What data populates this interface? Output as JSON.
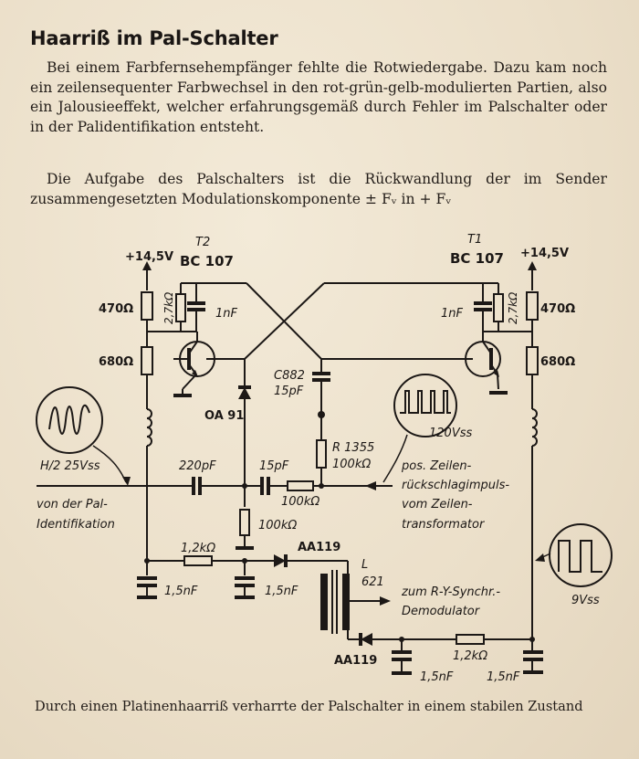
{
  "article": {
    "title": "Haarriß im Pal-Schalter",
    "paragraph_1": "Bei einem Farbfernsehempfänger fehlte die Rotwiedergabe. Dazu kam noch ein zeilensequenter Farbwechsel in den rot-grün-gelb-modulierten Partien, also ein Jalousieeffekt, welcher erfahrungsgemäß durch Fehler im Palschalter oder in der Palidentifikation entsteht.",
    "paragraph_2": "Die Aufgabe des Palschalters ist die Rückwandlung der im Sender zusammengesetzten Modulationskomponente ± Fᵥ in + Fᵥ",
    "caption": "Durch einen Platinenhaarriß verharrte der Palschalter in einem stabilen Zustand"
  },
  "schematic": {
    "supply_left": "+14,5V",
    "supply_right": "+14,5V",
    "t2_label": "T2",
    "t2_type": "BC 107",
    "t1_label": "T1",
    "t1_type": "BC 107",
    "r_470_left": "470Ω",
    "r_680_left": "680Ω",
    "r_27k_left": "2,7kΩ",
    "c_1n_left": "1nF",
    "r_470_right": "470Ω",
    "r_680_right": "680Ω",
    "r_27k_right": "2,7kΩ",
    "c_1n_right": "1nF",
    "c882": "C882",
    "c882_value": "15pF",
    "diode_oa91": "OA 91",
    "c_220p": "220pF",
    "c_15p": "15pF",
    "r_100k_h": "100kΩ",
    "r_100k_v": "100kΩ",
    "r1355": "R 1355",
    "r1355_value": "100kΩ",
    "h2_label": "H/2  25Vss",
    "from_pal_line1": "von der Pal-",
    "from_pal_line2": "Identifikation",
    "pulse_amp": "120Vss",
    "pulse_line1": "pos. Zeilen-",
    "pulse_line2": "rückschlagimpuls-",
    "pulse_line3": "vom Zeilen-",
    "pulse_line4": "transformator",
    "r_12k_left": "1,2kΩ",
    "c_15n_1": "1,5nF",
    "c_15n_2": "1,5nF",
    "d_aa119_top": "AA119",
    "l_label": "L",
    "l_value": "621",
    "out_line1": "zum R-Y-Synchr.-",
    "out_line2": "Demodulator",
    "d_aa119_bottom": "AA119",
    "r_12k_bottom": "1,2kΩ",
    "c_15n_3": "1,5nF",
    "c_15n_4": "1,5nF",
    "square_amp": "9Vss"
  }
}
